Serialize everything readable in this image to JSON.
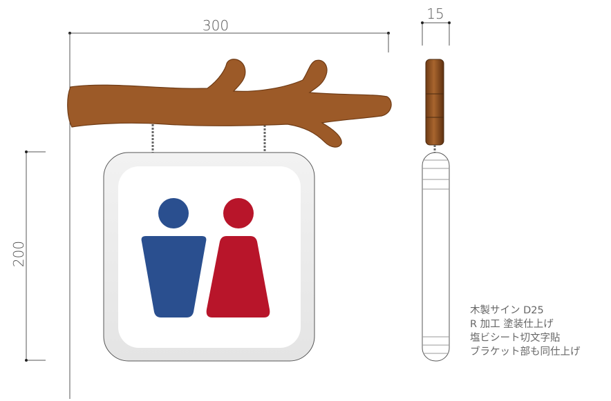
{
  "dimensions": {
    "width": "300",
    "height": "200",
    "depth": "15"
  },
  "notes": [
    "木製サイン D25",
    "R 加工 塗装仕上げ",
    "塩ビシート切文字貼",
    "ブラケット部も同仕上げ"
  ],
  "colors": {
    "wood": "#9c5a28",
    "wood_dark": "#6e3a14",
    "male": "#2a4f8f",
    "female": "#b8152a",
    "line": "#555555"
  },
  "icons": {
    "male": "male-toilet-icon",
    "female": "female-toilet-icon"
  }
}
